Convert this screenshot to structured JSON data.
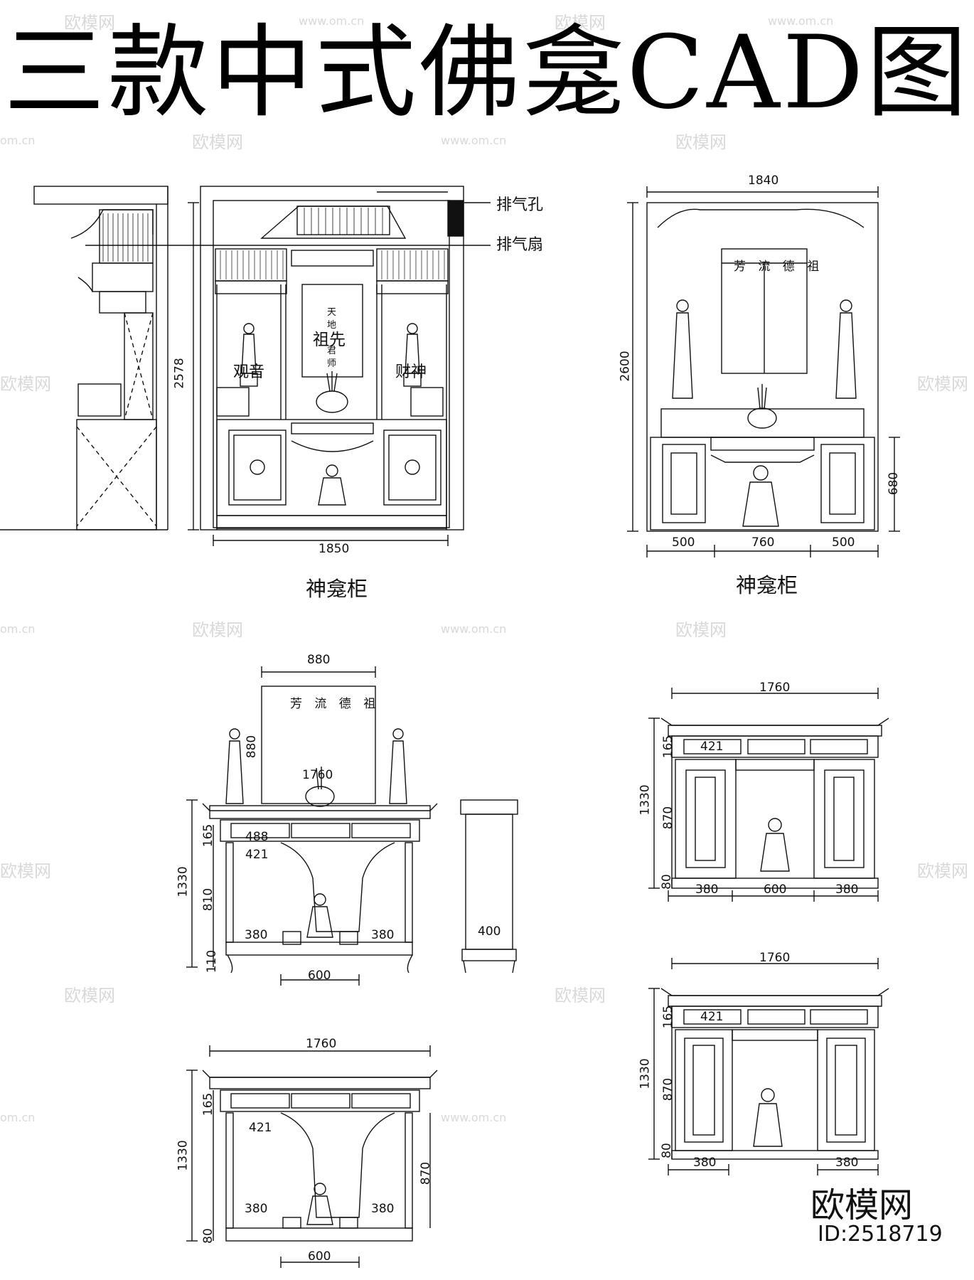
{
  "title": "三款中式佛龛CAD图",
  "top_left": {
    "vent_hole": "排气孔",
    "vent_fan": "排气扇",
    "height": "2578",
    "width": "1850",
    "caption": "神龛柜",
    "altar_tablet": "祖先",
    "tablet_vertical": [
      "天",
      "地",
      "君",
      "师"
    ],
    "figure_left": "观音",
    "figure_right": "财神"
  },
  "top_right": {
    "width_top": "1840",
    "height": "2600",
    "cabinet_height": "680",
    "widths": [
      "500",
      "760",
      "500"
    ],
    "caption": "神龛柜",
    "plaque": "芳 流 德 祖"
  },
  "mid_left": {
    "width_top": "880",
    "plaque": "芳 流 德 祖",
    "height_plaque": "880",
    "width_table": "1760",
    "height_total": "1330",
    "drawer_h": "165",
    "drawer_w": "488",
    "drawer_w2": "421",
    "leg_h": "810",
    "base_h": "110",
    "side_l": "380",
    "side_r": "380",
    "center": "600",
    "side_view_w": "400"
  },
  "mid_right": {
    "width": "1760",
    "height": "1330",
    "drawer_h": "165",
    "drawer_w": "421",
    "cabinet_h": "870",
    "base_h": "80",
    "widths": [
      "380",
      "600",
      "380"
    ]
  },
  "bottom_left": {
    "width": "1760",
    "height": "1330",
    "drawer_h": "165",
    "drawer_w": "421",
    "cabinet_h": "870",
    "base_h": "80",
    "side_l": "380",
    "side_r": "380",
    "center": "600"
  },
  "bottom_right": {
    "width": "1760",
    "height": "1330",
    "drawer_h": "165",
    "drawer_w": "421",
    "cabinet_h": "870",
    "base_h": "80",
    "widths": [
      "380",
      "380"
    ]
  },
  "watermark": {
    "brand": "欧模网",
    "domain": "www.om.cn",
    "domain_short": "om.cn",
    "id": "ID:2518719"
  }
}
